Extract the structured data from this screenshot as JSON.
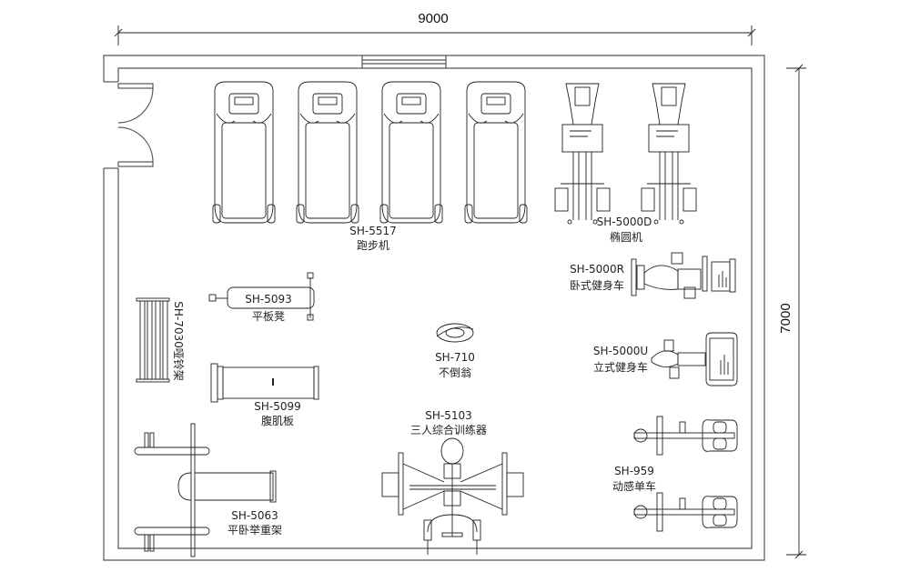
{
  "dimensions": {
    "width": "9000",
    "height": "7000"
  },
  "equipment": {
    "treadmill": {
      "model": "SH-5517",
      "name": "跑步机"
    },
    "elliptical": {
      "model": "SH-5000D",
      "name": "椭圆机"
    },
    "recumbent_bike": {
      "model": "SH-5000R",
      "name": "卧式健身车"
    },
    "upright_bike": {
      "model": "SH-5000U",
      "name": "立式健身车"
    },
    "dumbbell_rack": {
      "label": "SH-7030哑铃架"
    },
    "flat_bench": {
      "model": "SH-5093",
      "name": "平板凳"
    },
    "tumbler": {
      "model": "SH-710",
      "name": "不倒翁"
    },
    "ab_board": {
      "model": "SH-5099",
      "name": "腹肌板"
    },
    "multi_station": {
      "model": "SH-5103",
      "name": "三人综合训练器"
    },
    "bench_press": {
      "model": "SH-5063",
      "name": "平卧举重架"
    },
    "spin_bike": {
      "model": "SH-959",
      "name": "动感单车"
    }
  }
}
